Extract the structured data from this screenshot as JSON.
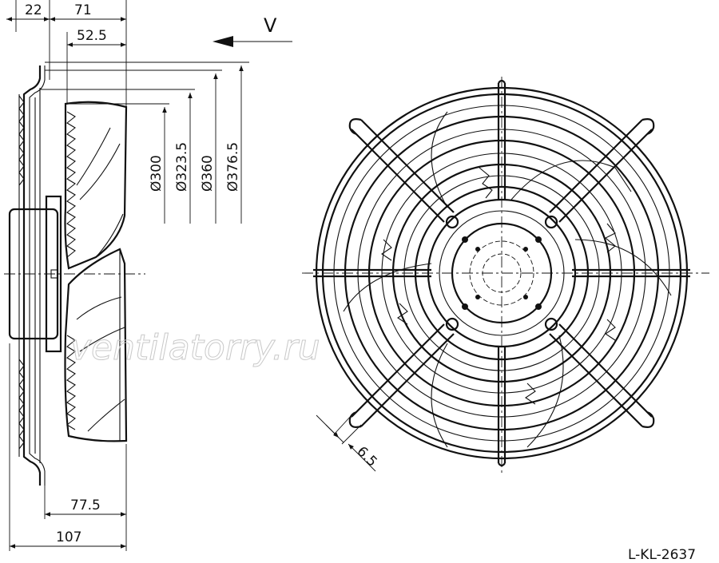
{
  "dimensions": {
    "width_22": "22",
    "width_71": "71",
    "width_52_5": "52.5",
    "dia_300": "Ø300",
    "dia_323_5": "Ø323.5",
    "dia_360": "Ø360",
    "dia_376_5": "Ø376.5",
    "depth_77_5": "77.5",
    "depth_107": "107",
    "hole_6_5": "6.5"
  },
  "flow_label": "V",
  "drawing_code": "L-KL-2637",
  "watermark": "ventilatorry.ru"
}
